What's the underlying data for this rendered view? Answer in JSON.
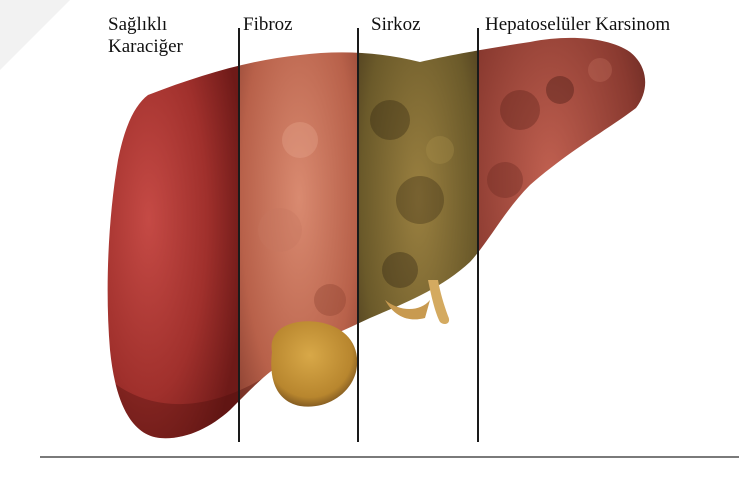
{
  "labels": {
    "healthy_line1": "Sağlıklı",
    "healthy_line2": "Karaciğer",
    "fibrosis": "Fibroz",
    "cirrhosis": "Sirkoz",
    "hcc": "Hepatoselüler Karsinom"
  },
  "colors": {
    "healthy": "#a0302c",
    "fibrosis": "#b8614a",
    "cirrhosis": "#6b5a2a",
    "hcc": "#8a3a30",
    "gallbladder": "#b8862e"
  }
}
